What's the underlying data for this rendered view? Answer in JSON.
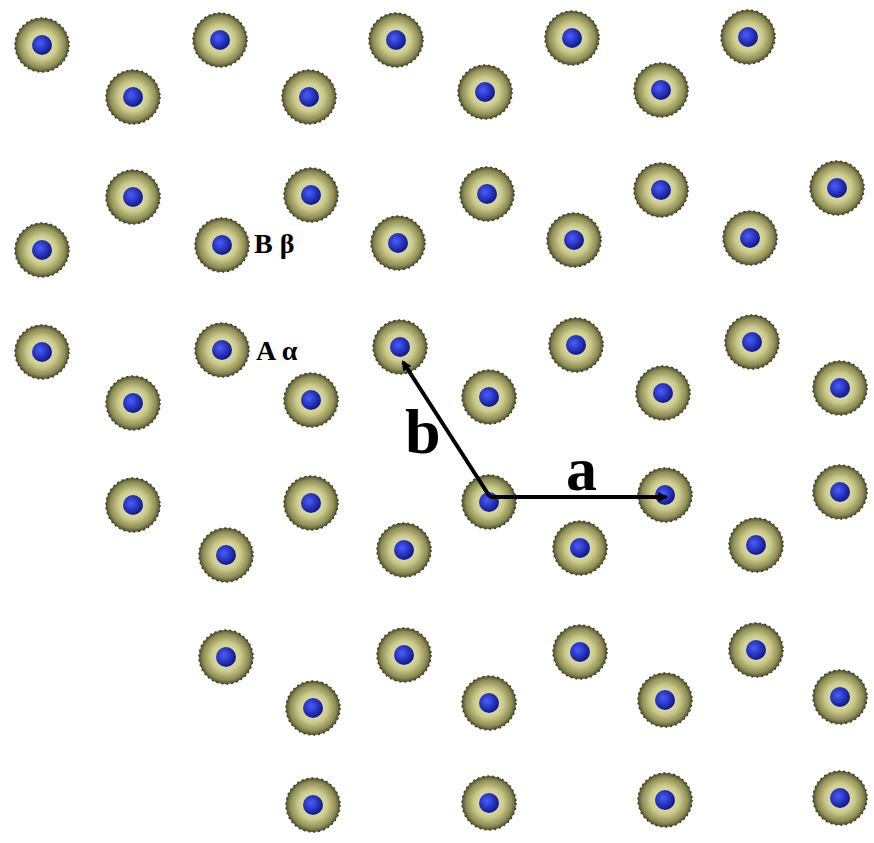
{
  "diagram": {
    "labels": [
      "B β",
      "A α",
      "b",
      "a"
    ]
  }
}
